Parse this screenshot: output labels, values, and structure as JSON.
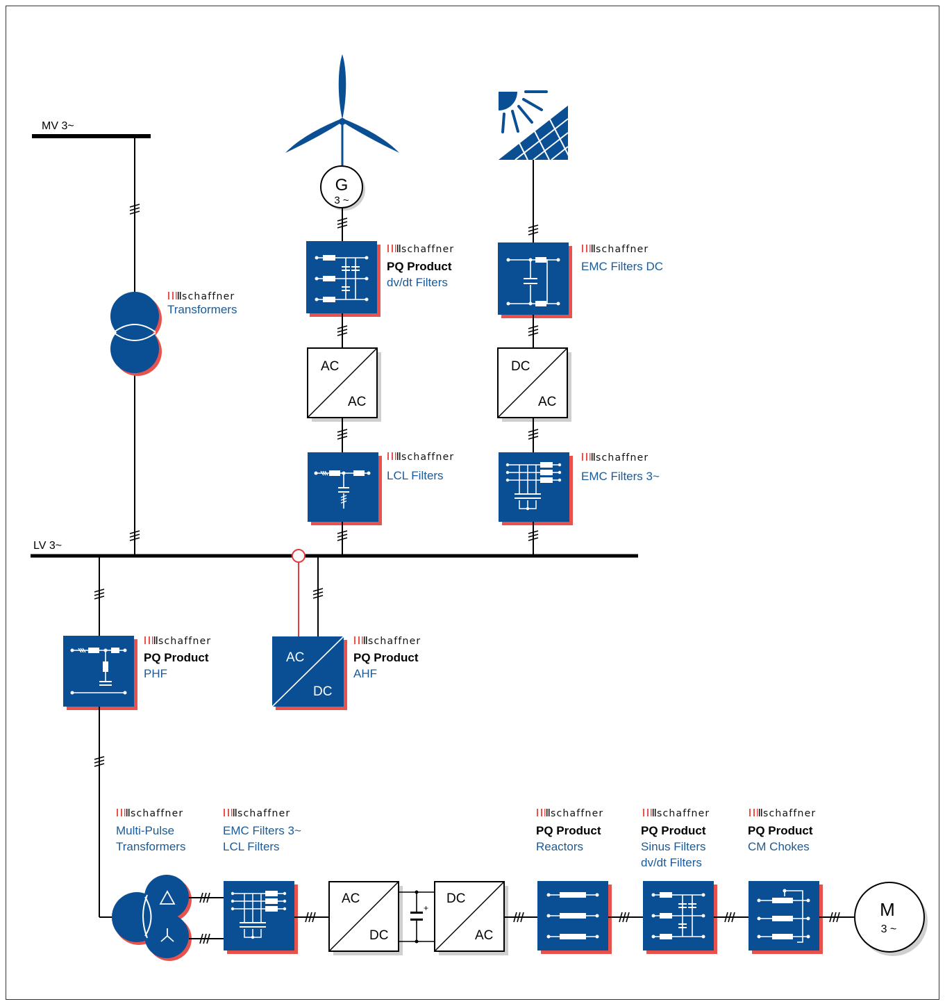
{
  "colors": {
    "brand_blue": "#0a4f94",
    "shadow_red": "#e8524c",
    "label_blue": "#1b5a96",
    "line": "#000000",
    "sense_red": "#e23c3c"
  },
  "buses": {
    "mv": "MV 3~",
    "lv": "LV 3~"
  },
  "brand_word": "SCHAFFNER",
  "generator": {
    "letter": "G",
    "phase": "3 ~"
  },
  "motor": {
    "letter": "M",
    "phase": "3 ~"
  },
  "converters": {
    "wind": {
      "top": "AC",
      "bottom": "AC"
    },
    "solar": {
      "top": "DC",
      "bottom": "AC"
    },
    "ahf": {
      "top": "AC",
      "bottom": "DC"
    },
    "rectifier": {
      "top": "AC",
      "bottom": "DC"
    },
    "inverter": {
      "top": "DC",
      "bottom": "AC"
    }
  },
  "capacitor_sign": "+",
  "products": {
    "transformers": {
      "line1": "Transformers"
    },
    "dvdt": {
      "heading": "PQ Product",
      "line1": "dv/dt Filters"
    },
    "emc_dc": {
      "line1": "EMC Filters DC"
    },
    "lcl": {
      "line1": "LCL Filters"
    },
    "emc_3": {
      "line1": "EMC Filters 3~"
    },
    "phf": {
      "heading": "PQ Product",
      "line1": "PHF"
    },
    "ahf": {
      "heading": "PQ Product",
      "line1": "AHF"
    },
    "multipulse": {
      "line1": "Multi-Pulse",
      "line2": "Transformers"
    },
    "emc_lcl": {
      "line1": "EMC Filters 3~",
      "line2": "LCL Filters"
    },
    "reactors": {
      "heading": "PQ Product",
      "line1": "Reactors"
    },
    "sinus": {
      "heading": "PQ Product",
      "line1": "Sinus Filters",
      "line2": "dv/dt Filters"
    },
    "cm": {
      "heading": "PQ Product",
      "line1": "CM Chokes"
    }
  }
}
